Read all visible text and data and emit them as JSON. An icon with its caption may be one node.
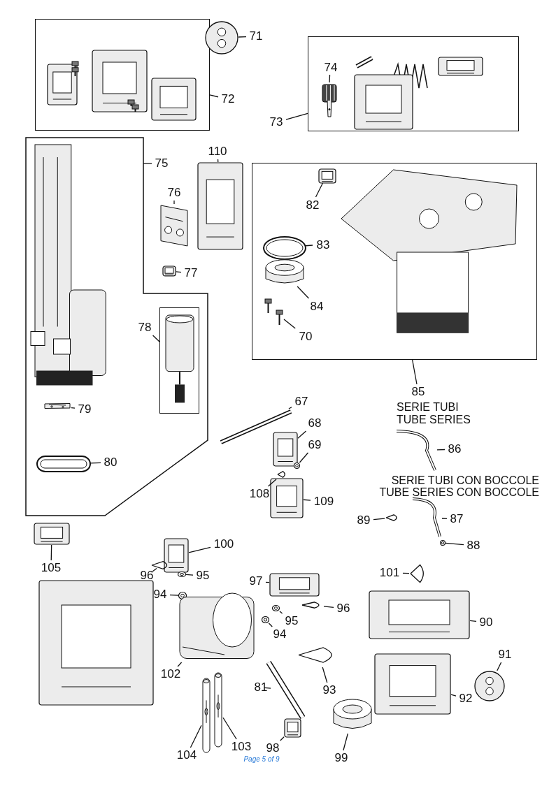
{
  "diagram": {
    "nodes": [
      {
        "text": [],
        "shape": "box"
      },
      {
        "text": [
          "72"
        ]
      },
      {
        "text": [],
        "shape": "picture"
      },
      {
        "text": [
          "71"
        ]
      },
      {
        "text": [],
        "shape": "box"
      },
      {
        "text": [],
        "shape": "picture",
        "in": 4
      },
      {
        "text": [
          "74"
        ],
        "in": 4
      },
      {
        "text": [
          "73"
        ]
      },
      {
        "text": [],
        "shape": "box"
      },
      {
        "text": [
          "75"
        ]
      },
      {
        "text": [],
        "shape": "box",
        "in": 8
      },
      {
        "text": [
          "78"
        ],
        "in": 8
      },
      {
        "text": [],
        "shape": "picture",
        "in": 8
      },
      {
        "text": [
          "79"
        ],
        "in": 8
      },
      {
        "text": [],
        "shape": "picture",
        "in": 8
      },
      {
        "text": [
          "80"
        ],
        "in": 8
      },
      {
        "text": [],
        "shape": "picture"
      },
      {
        "text": [
          "110"
        ]
      },
      {
        "text": [],
        "shape": "picture"
      },
      {
        "text": [
          "76"
        ]
      },
      {
        "text": [],
        "shape": "picture"
      },
      {
        "text": [
          "77"
        ]
      },
      {
        "text": [],
        "shape": "box"
      },
      {
        "text": [],
        "shape": "picture",
        "in": 22
      },
      {
        "text": [
          "82"
        ],
        "in": 22
      },
      {
        "text": [],
        "shape": "picture",
        "in": 22
      },
      {
        "text": [
          "83"
        ],
        "in": 22
      },
      {
        "text": [],
        "shape": "picture",
        "in": 22
      },
      {
        "text": [
          "84"
        ],
        "in": 22
      },
      {
        "text": [],
        "shape": "picture",
        "in": 22
      },
      {
        "text": [
          "70"
        ],
        "in": 22
      },
      {
        "text": [
          "85"
        ]
      },
      {
        "text": [],
        "shape": "picture"
      },
      {
        "text": [
          "67"
        ]
      },
      {
        "text": [],
        "shape": "picture"
      },
      {
        "text": [
          "68"
        ]
      },
      {
        "text": [],
        "shape": "picture"
      },
      {
        "text": [
          "69"
        ]
      },
      {
        "text": [],
        "shape": "picture"
      },
      {
        "text": [
          "108"
        ]
      },
      {
        "text": [],
        "shape": "picture"
      },
      {
        "text": [
          "109"
        ]
      },
      {
        "text": [],
        "shape": "picture"
      },
      {
        "text": [
          "86"
        ]
      },
      {
        "text": [],
        "shape": "picture"
      },
      {
        "text": [
          "89"
        ]
      },
      {
        "text": [],
        "shape": "picture"
      },
      {
        "text": [
          "87"
        ]
      },
      {
        "text": [],
        "shape": "picture"
      },
      {
        "text": [
          "88"
        ]
      },
      {
        "text": [],
        "shape": "picture"
      },
      {
        "text": [
          "105"
        ]
      },
      {
        "text": [],
        "shape": "picture"
      },
      {
        "text": [
          "100"
        ]
      },
      {
        "text": [],
        "shape": "picture"
      },
      {
        "text": [
          "96"
        ]
      },
      {
        "text": [],
        "shape": "picture"
      },
      {
        "text": [
          "95"
        ]
      },
      {
        "text": [],
        "shape": "picture"
      },
      {
        "text": [
          "94"
        ]
      },
      {
        "text": [],
        "shape": "picture"
      },
      {
        "text": [
          "97"
        ]
      },
      {
        "text": [],
        "shape": "picture"
      },
      {
        "text": [
          "96"
        ]
      },
      {
        "text": [],
        "shape": "picture"
      },
      {
        "text": [
          "95"
        ]
      },
      {
        "text": [],
        "shape": "picture"
      },
      {
        "text": [
          "94"
        ]
      },
      {
        "text": [],
        "shape": "picture"
      },
      {
        "text": [
          "101"
        ]
      },
      {
        "text": [],
        "shape": "picture"
      },
      {
        "text": [
          "90"
        ]
      },
      {
        "text": [],
        "shape": "picture"
      },
      {
        "text": [
          "102"
        ]
      },
      {
        "text": [],
        "shape": "picture"
      },
      {
        "text": [
          "81"
        ]
      },
      {
        "text": [],
        "shape": "picture"
      },
      {
        "text": [
          "93"
        ]
      },
      {
        "text": [],
        "shape": "picture"
      },
      {
        "text": [
          "91"
        ]
      },
      {
        "text": [],
        "shape": "picture"
      },
      {
        "text": [
          "92"
        ]
      },
      {
        "text": [],
        "shape": "picture"
      },
      {
        "text": [
          "104"
        ]
      },
      {
        "text": [],
        "shape": "picture"
      },
      {
        "text": [
          "103"
        ]
      },
      {
        "text": [],
        "shape": "picture"
      },
      {
        "text": [
          "98"
        ]
      },
      {
        "text": [],
        "shape": "picture"
      },
      {
        "text": [
          "99"
        ]
      }
    ],
    "edges": [
      {
        "from": 1,
        "to": 0,
        "arrow": "none"
      },
      {
        "from": 3,
        "to": 2,
        "arrow": "none"
      },
      {
        "from": 6,
        "to": 5,
        "arrow": "none"
      },
      {
        "from": 7,
        "to": 4,
        "arrow": "none"
      },
      {
        "from": 9,
        "to": 8,
        "arrow": "none"
      },
      {
        "from": 11,
        "to": 10,
        "arrow": "none"
      },
      {
        "from": 13,
        "to": 12,
        "arrow": "none"
      },
      {
        "from": 15,
        "to": 14,
        "arrow": "none"
      },
      {
        "from": 17,
        "to": 16,
        "arrow": "none"
      },
      {
        "from": 19,
        "to": 18,
        "arrow": "none"
      },
      {
        "from": 21,
        "to": 20,
        "arrow": "none"
      },
      {
        "from": 24,
        "to": 23,
        "arrow": "none"
      },
      {
        "from": 26,
        "to": 25,
        "arrow": "none"
      },
      {
        "from": 28,
        "to": 27,
        "arrow": "none"
      },
      {
        "from": 30,
        "to": 29,
        "arrow": "none"
      },
      {
        "from": 31,
        "to": 22,
        "arrow": "none"
      },
      {
        "from": 33,
        "to": 32,
        "arrow": "none"
      },
      {
        "from": 35,
        "to": 34,
        "arrow": "none"
      },
      {
        "from": 37,
        "to": 36,
        "arrow": "none"
      },
      {
        "from": 39,
        "to": 38,
        "arrow": "none"
      },
      {
        "from": 41,
        "to": 40,
        "arrow": "none"
      },
      {
        "from": 43,
        "to": 42,
        "arrow": "none"
      },
      {
        "from": 45,
        "to": 44,
        "arrow": "none"
      },
      {
        "from": 47,
        "to": 46,
        "arrow": "none"
      },
      {
        "from": 49,
        "to": 48,
        "arrow": "none"
      },
      {
        "from": 51,
        "to": 50,
        "arrow": "none"
      },
      {
        "from": 53,
        "to": 52,
        "arrow": "none"
      },
      {
        "from": 55,
        "to": 54,
        "arrow": "none"
      },
      {
        "from": 57,
        "to": 56,
        "arrow": "none"
      },
      {
        "from": 59,
        "to": 58,
        "arrow": "none"
      },
      {
        "from": 61,
        "to": 60,
        "arrow": "none"
      },
      {
        "from": 63,
        "to": 62,
        "arrow": "none"
      },
      {
        "from": 65,
        "to": 64,
        "arrow": "none"
      },
      {
        "from": 67,
        "to": 66,
        "arrow": "none"
      },
      {
        "from": 69,
        "to": 68,
        "arrow": "none"
      },
      {
        "from": 71,
        "to": 70,
        "arrow": "none"
      },
      {
        "from": 73,
        "to": 72,
        "arrow": "none"
      },
      {
        "from": 75,
        "to": 74,
        "arrow": "none"
      },
      {
        "from": 77,
        "to": 76,
        "arrow": "none"
      },
      {
        "from": 79,
        "to": 78,
        "arrow": "none"
      },
      {
        "from": 81,
        "to": 80,
        "arrow": "none"
      },
      {
        "from": 83,
        "to": 82,
        "arrow": "none"
      },
      {
        "from": 85,
        "to": 84,
        "arrow": "none"
      },
      {
        "from": 87,
        "to": 86,
        "arrow": "none"
      },
      {
        "from": 89,
        "to": 88,
        "arrow": "none"
      }
    ],
    "labels": [
      "SERIE TUBI",
      "TUBE SERIES",
      "SERIE TUBI CON BOCCOLE",
      "TUBE SERIES CON BOCCOLE",
      "Page 5 of 9"
    ]
  }
}
